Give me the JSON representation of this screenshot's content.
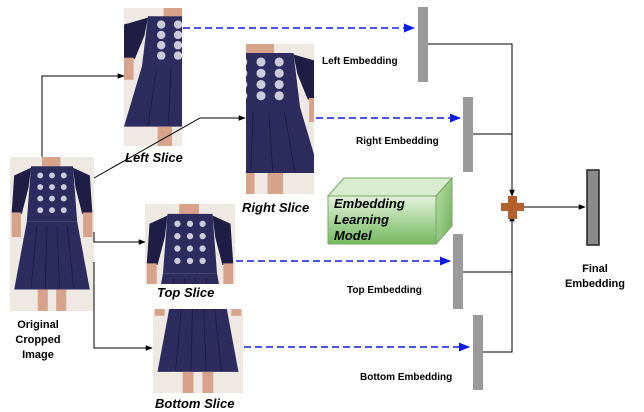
{
  "input": {
    "label_lines": [
      "Original",
      "Cropped",
      "Image"
    ]
  },
  "slices": {
    "left": {
      "label": "Left Slice",
      "embedding_label": "Left Embedding"
    },
    "right": {
      "label": "Right Slice",
      "embedding_label": "Right Embedding"
    },
    "top": {
      "label": "Top Slice",
      "embedding_label": "Top Embedding"
    },
    "bottom": {
      "label": "Bottom Slice",
      "embedding_label": "Bottom Embedding"
    }
  },
  "model": {
    "label_lines": [
      "Embedding",
      "Learning",
      "Model"
    ]
  },
  "output": {
    "label_lines": [
      "Final",
      "Embedding"
    ]
  },
  "colors": {
    "dress": "#2e2c5e",
    "dress_dark": "#1f1d44",
    "skin": "#d7a38a",
    "photo_bg": "#efe9e3",
    "embedding_bar": "#9a9a9a",
    "final_bar": "#8a8a8a",
    "dashed_arrow": "#0a1ee0",
    "solid_line": "#000000",
    "model_front_top": "#cfe8c2",
    "model_front_bottom": "#7fbf6a",
    "model_side": "#9ccf86",
    "combine_plus": "#b4602a"
  },
  "icons": {
    "combine": "plus-combine-icon"
  }
}
